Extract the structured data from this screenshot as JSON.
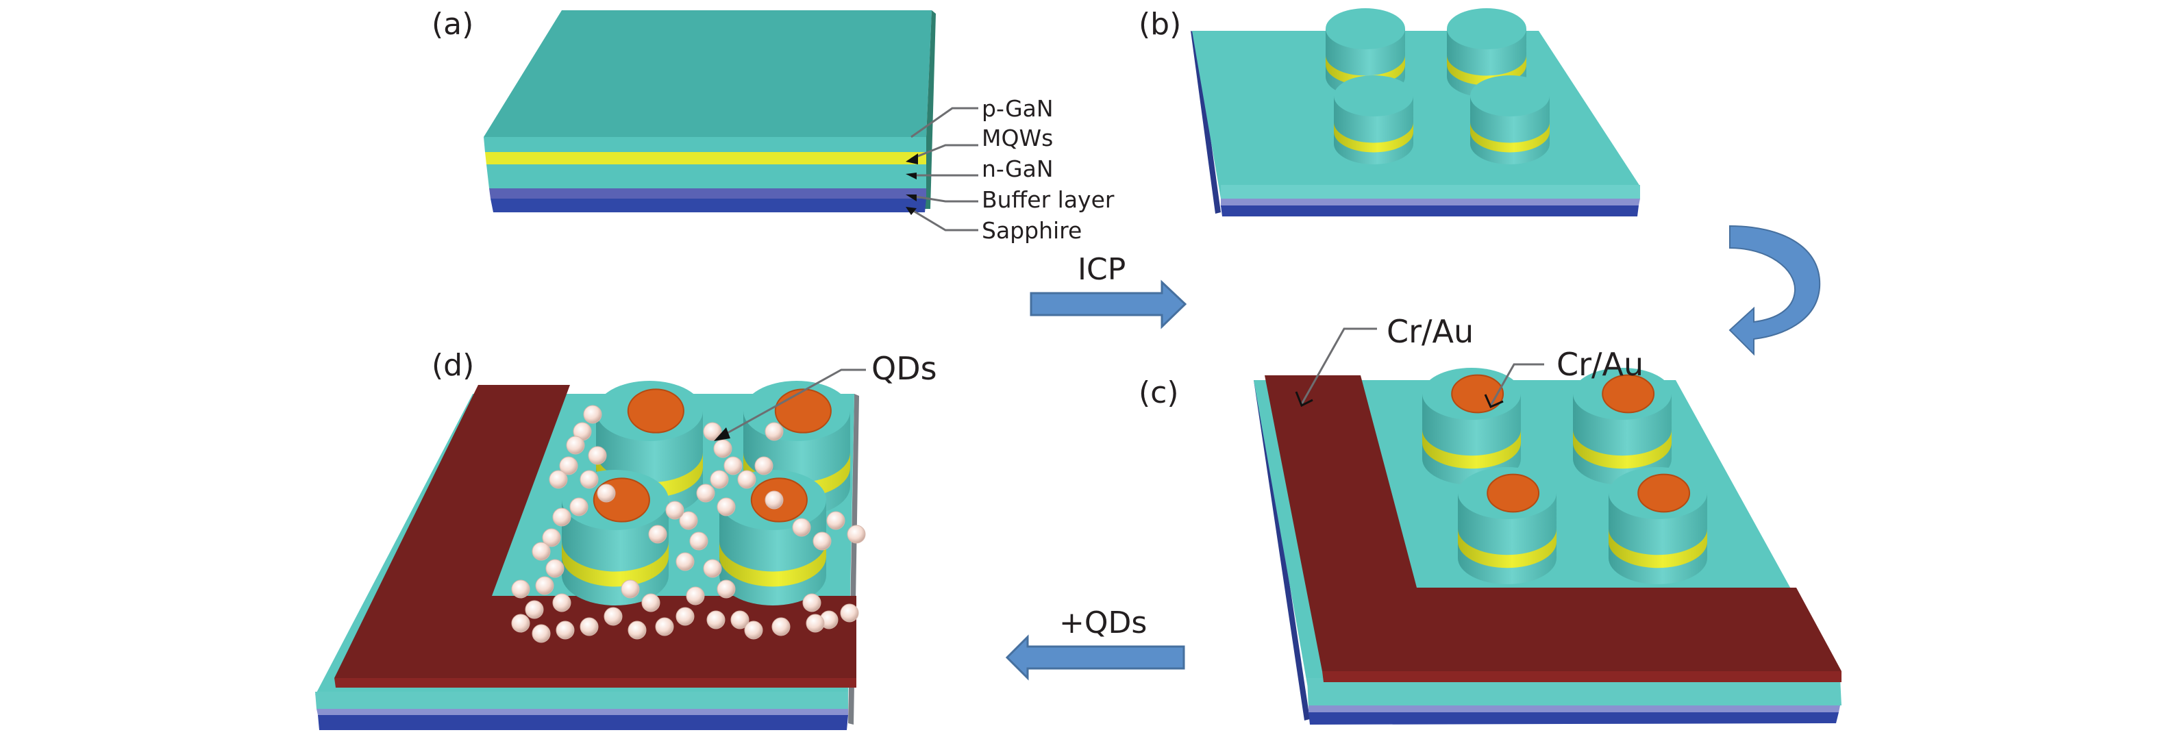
{
  "figure": {
    "panels": [
      {
        "id": "a",
        "label": "(a)"
      },
      {
        "id": "b",
        "label": "(b)"
      },
      {
        "id": "c",
        "label": "(c)"
      },
      {
        "id": "d",
        "label": "(d)"
      }
    ],
    "layers": [
      {
        "name": "p-GaN",
        "color": "#56c4bc"
      },
      {
        "name": "MQWs",
        "color": "#e6ea2e"
      },
      {
        "name": "n-GaN",
        "color": "#56c4bc"
      },
      {
        "name": "Buffer layer",
        "color": "#5a62b4"
      },
      {
        "name": "Sapphire",
        "color": "#3048a8"
      }
    ],
    "steps": [
      {
        "from": "a",
        "to": "b",
        "label": "ICP",
        "direction": "right"
      },
      {
        "from": "b",
        "to": "c",
        "label": "",
        "direction": "curved-down"
      },
      {
        "from": "c",
        "to": "d",
        "label": "+QDs",
        "direction": "left"
      }
    ],
    "callouts": {
      "electrode_n": "Cr/Au",
      "electrode_p": "Cr/Au",
      "quantum_dots": "QDs"
    },
    "colors": {
      "gan_top": "#46b0a8",
      "gan_face": "#5cc8c0",
      "mqw": "#e8ec2c",
      "buffer": "#8a92d0",
      "sapphire": "#2f44a4",
      "electrode_pad": "#74211f",
      "electrode_dot": "#d9601c",
      "qd": "#f5ded5",
      "arrow_fill": "#5b8fca",
      "arrow_stroke": "#46709f"
    }
  }
}
